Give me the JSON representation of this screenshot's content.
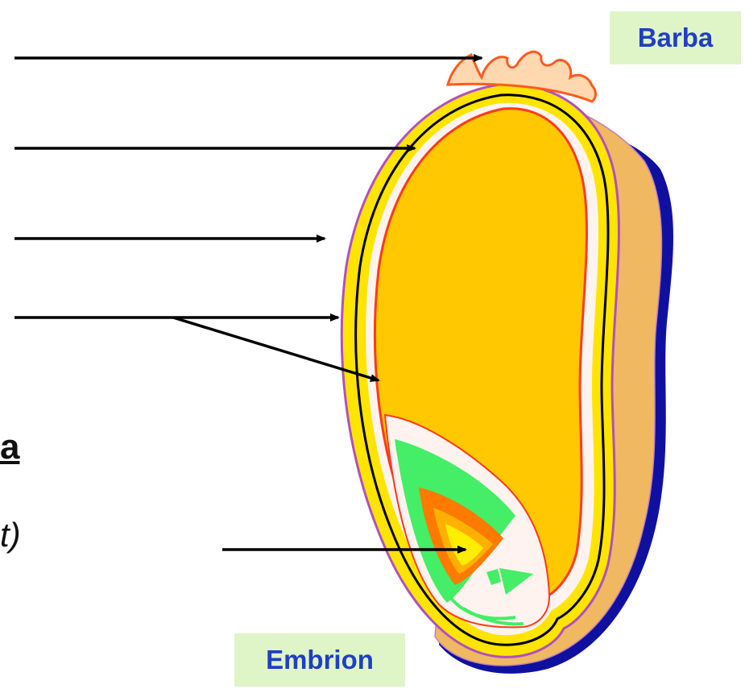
{
  "labels": {
    "barba": "Barba",
    "embrion": "Embrion"
  },
  "fragments": {
    "left_heading": "a",
    "left_italic": "t)"
  },
  "colors": {
    "label_bg": "#dff5c8",
    "label_text": "#1f3fc4",
    "endosperm": "#ffc800",
    "pericarp_back": "#f0b860",
    "shadow": "#1010a0",
    "hairs": "#ff5a1e",
    "embryo_green": "#44ee66",
    "embryo_orange": "#ff7a00",
    "embryo_yellow": "#ffee00"
  },
  "icons": [
    "arrow-icon"
  ]
}
